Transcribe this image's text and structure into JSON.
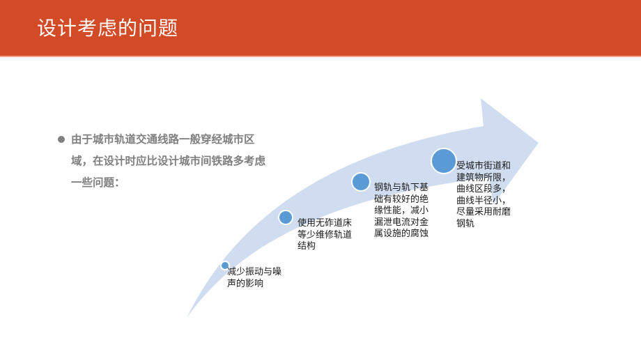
{
  "header": {
    "title": "设计考虑的问题",
    "color": "#d34a27"
  },
  "intro": {
    "bullet_icon": "bullet-dot",
    "text": "由于城市轨道交通线路一般穿经城市区域，在设计时应比设计城市间铁路多考虑一些问题："
  },
  "diagram": {
    "arrow_color": "#d0dcef",
    "dot_color": "#5b9bd5",
    "steps": [
      {
        "label": "减少振动与噪声的影响"
      },
      {
        "label": "使用无砟道床等少维修轨道结构"
      },
      {
        "label": "钢轨与轨下基础有较好的绝缘性能，减小漏泄电流对金属设施的腐蚀"
      },
      {
        "label": "受城市街道和建筑物所限，曲线区段多，曲线半径小，尽量采用耐磨钢轨"
      }
    ]
  }
}
